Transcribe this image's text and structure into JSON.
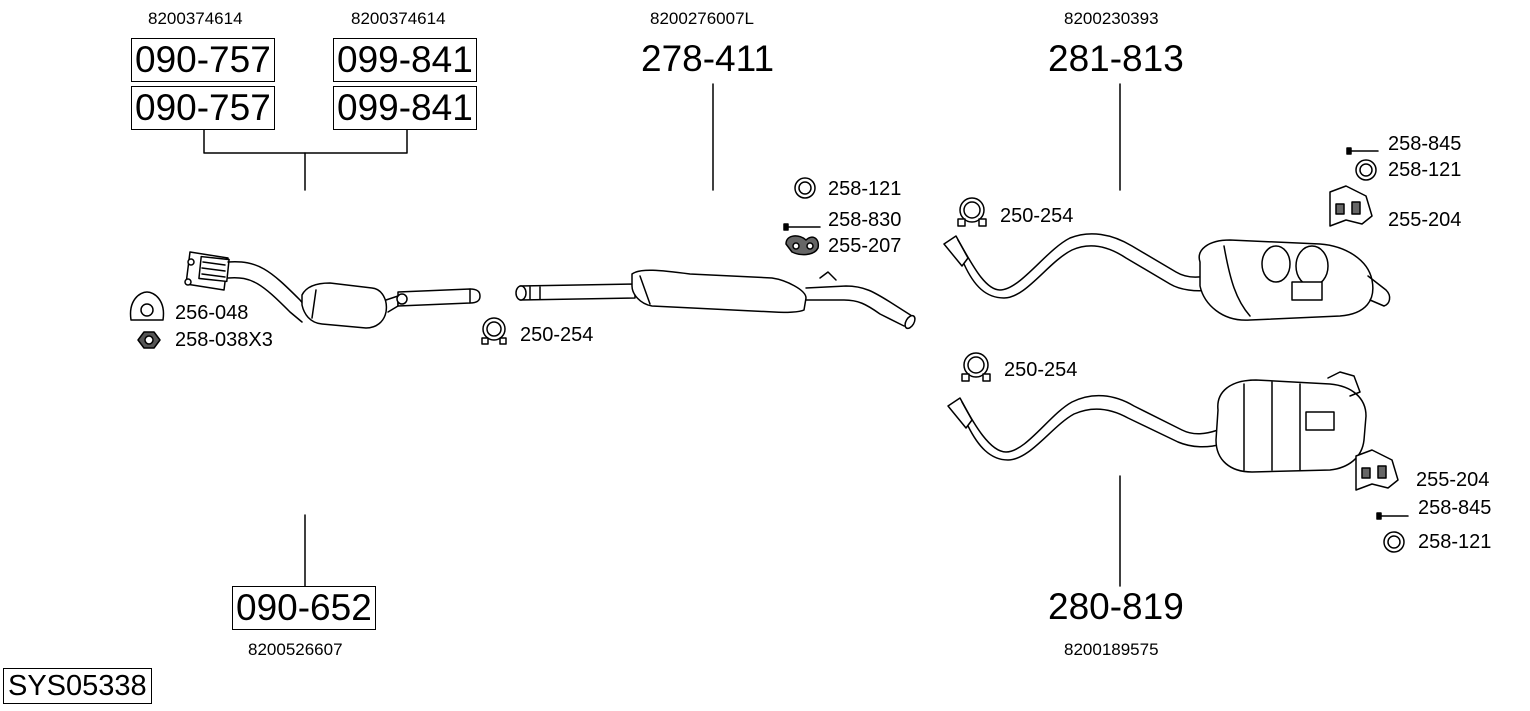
{
  "system_code": "SYS05338",
  "parts": {
    "cat_primary_a": {
      "oem": "8200374614",
      "part": "090-757"
    },
    "cat_primary_a2": {
      "part": "090-757"
    },
    "cat_primary_b": {
      "oem": "8200374614",
      "part": "099-841"
    },
    "cat_primary_b2": {
      "part": "099-841"
    },
    "front_pipe": {
      "oem": "8200526607",
      "part": "090-652"
    },
    "middle_silencer": {
      "oem": "8200276007L",
      "part": "278-411"
    },
    "rear_box_upper": {
      "oem": "8200230393",
      "part": "281-813"
    },
    "rear_box_lower": {
      "oem": "8200189575",
      "part": "280-819"
    }
  },
  "fittings": {
    "front_gasket": "256-048",
    "front_nuts": "258-038X3",
    "clamp_front": "250-254",
    "mid_ring": "258-121",
    "mid_bolt": "258-830",
    "mid_mount": "255-207",
    "upper_clamp": "250-254",
    "upper_bolt": "258-845",
    "upper_ring": "258-121",
    "upper_mount": "255-204",
    "lower_clamp": "250-254",
    "lower_mount": "255-204",
    "lower_bolt": "258-845",
    "lower_ring": "258-121"
  },
  "colors": {
    "line": "#000000",
    "fill": "#ffffff",
    "shade": "#d8d8d8"
  }
}
